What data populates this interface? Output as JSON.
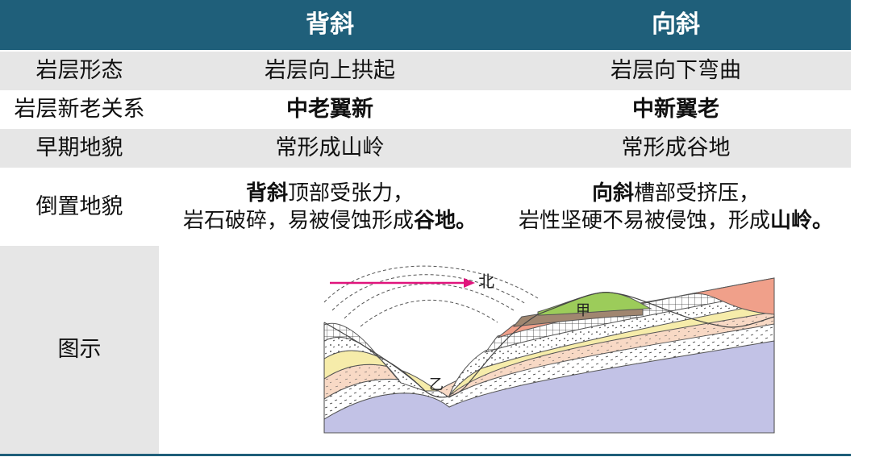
{
  "header": {
    "col1": "",
    "col2": "背斜",
    "col3": "向斜"
  },
  "rows": {
    "shape": {
      "label": "岩层形态",
      "anticline": "岩层向上拱起",
      "syncline": "岩层向下弯曲"
    },
    "age": {
      "label": "岩层新老关系",
      "anticline": "中老翼新",
      "syncline": "中新翼老"
    },
    "early": {
      "label": "早期地貌",
      "anticline": "常形成山岭",
      "syncline": "常形成谷地"
    },
    "inverted": {
      "label": "倒置地貌",
      "anticline": {
        "l1_bold": "背斜",
        "l1_rest": "顶部受张力，",
        "l2_rest": "岩石破碎，易被侵蚀形成",
        "l2_bold": "谷地。"
      },
      "syncline": {
        "l1_bold": "向斜",
        "l1_rest": "槽部受挤压，",
        "l2_rest": "岩性坚硬不易被侵蚀，形成",
        "l2_bold": "山岭。"
      }
    },
    "figure": {
      "label": "图示",
      "north_label": "北",
      "peak_label": "甲",
      "valley_label": "乙",
      "arrow_color": "#e0147c"
    }
  },
  "colors": {
    "header_bg": "#1f5f7a",
    "stripe_bg": "#e6e6e6"
  }
}
